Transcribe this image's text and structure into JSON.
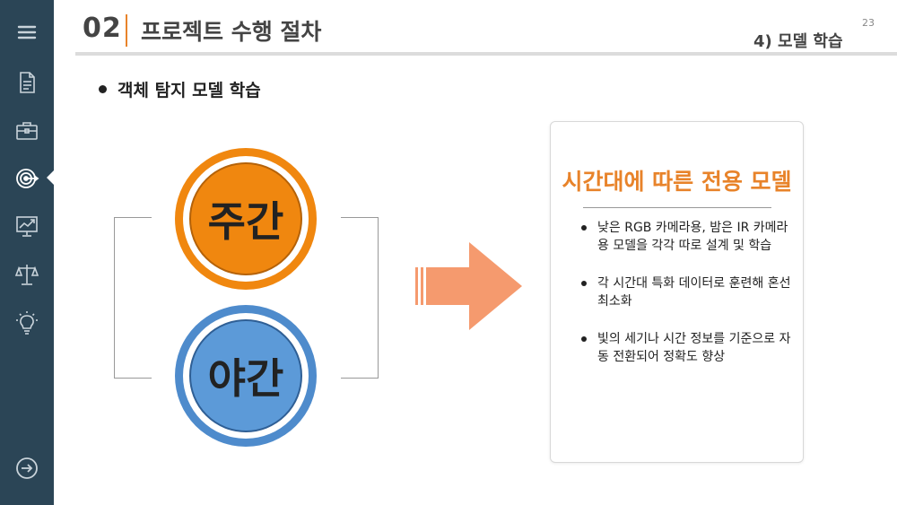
{
  "sidebar": {
    "items": [
      {
        "icon": "menu-icon"
      },
      {
        "icon": "document-icon"
      },
      {
        "icon": "briefcase-icon"
      },
      {
        "icon": "target-icon",
        "active": true
      },
      {
        "icon": "chart-icon"
      },
      {
        "icon": "scale-icon"
      },
      {
        "icon": "lightbulb-icon"
      }
    ],
    "bottom_icon": "arrow-right-circle-icon",
    "bg_color": "#2b4556"
  },
  "header": {
    "number": "02",
    "title": "프로젝트 수행 절차",
    "subtitle": "4)  모델 학습",
    "page_number": "23"
  },
  "section": {
    "heading": "객체 탐지 모델 학습"
  },
  "circles": {
    "day_label": "주간",
    "night_label": "야간",
    "day_color": "#f0870f",
    "night_color": "#4e8bcc"
  },
  "panel": {
    "title": "시간대에 따른 전용 모델",
    "title_color": "#e8832a",
    "bullets": [
      "낮은 RGB 카메라용, 밤은 IR 카메라용 모델을 각각 따로 설계 및 학습",
      "각 시간대 특화 데이터로 훈련해 혼선 최소화",
      "빛의 세기나 시간 정보를 기준으로 자동 전환되어 정확도 향상"
    ]
  },
  "arrow_color": "#f59a6e"
}
